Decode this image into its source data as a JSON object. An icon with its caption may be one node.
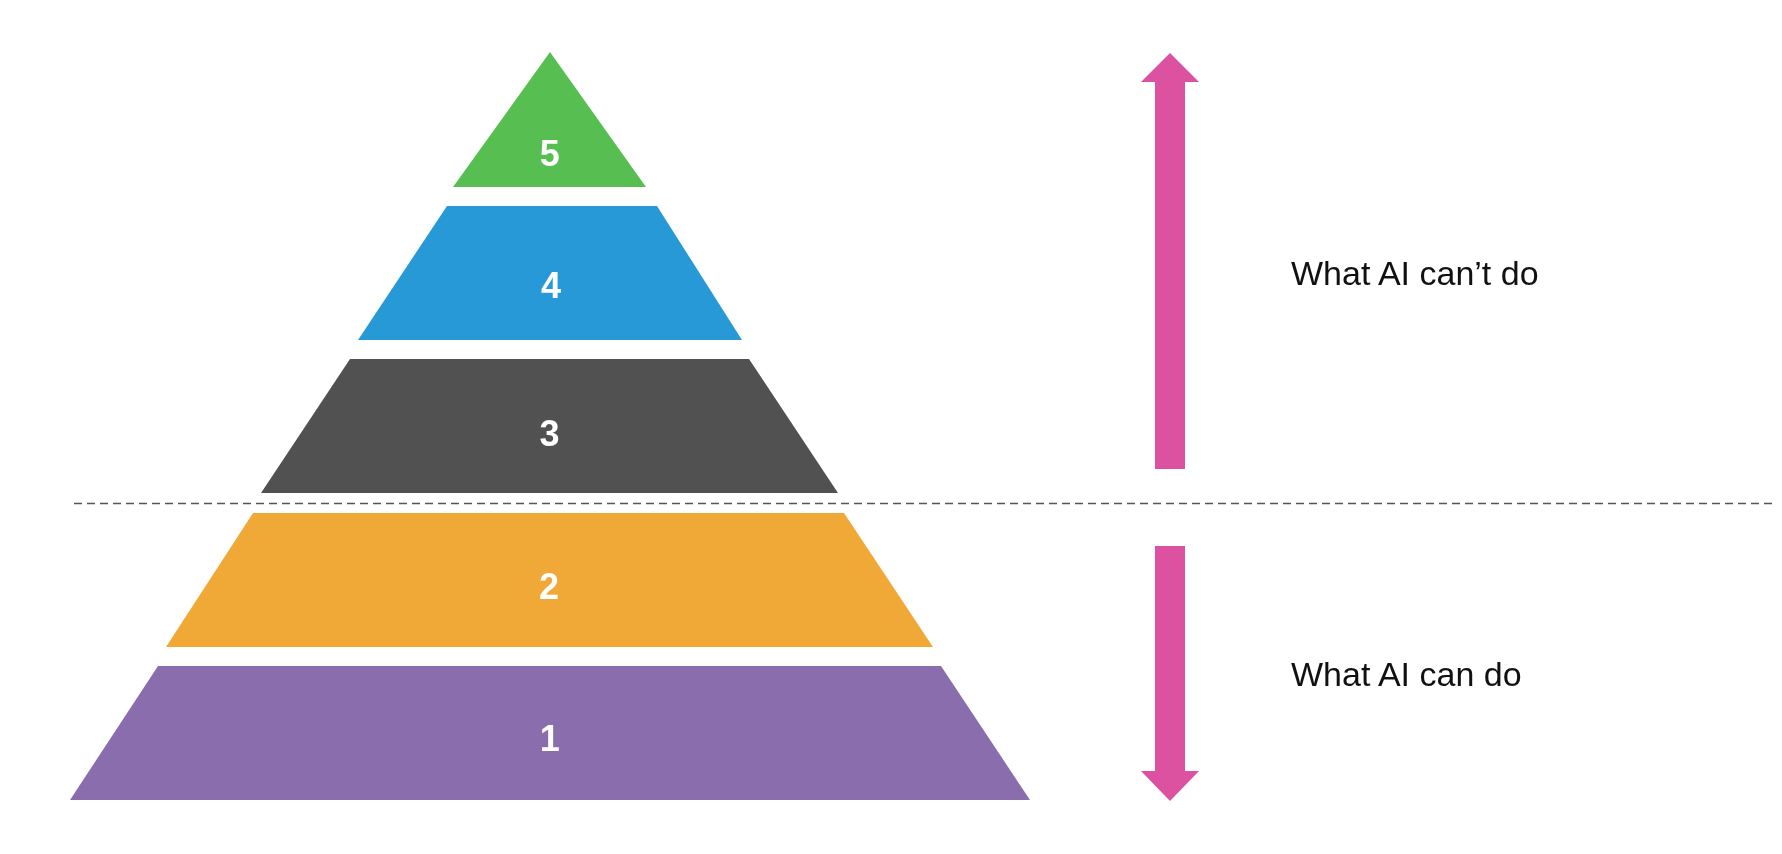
{
  "diagram": {
    "nodes": [
      {
        "text": [
          "5"
        ]
      },
      {
        "text": [
          "4"
        ]
      },
      {
        "text": [
          "3"
        ]
      },
      {
        "text": [
          "2"
        ]
      },
      {
        "text": [
          "1"
        ]
      }
    ],
    "labels": [
      "What AI can’t do",
      "What AI can do"
    ]
  }
}
